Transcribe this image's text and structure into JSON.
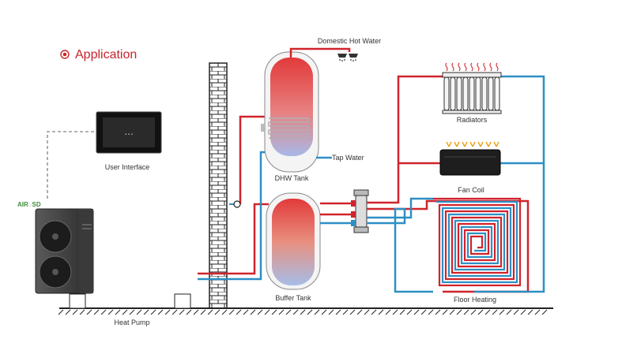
{
  "title": "Application",
  "logo_text": "AIR◌SD",
  "labels": {
    "domestic_hot_water": "Domestic Hot Water",
    "user_interface": "User Interface",
    "dhw_tank": "DHW Tank",
    "tap_water": "Tap Water",
    "radiators": "Radiators",
    "fan_coil": "Fan Coil",
    "buffer_tank": "Buffer Tank",
    "floor_heating": "Floor Heating",
    "heat_pump": "Heat Pump"
  },
  "colors": {
    "hot_pipe": "#d0232b",
    "cold_pipe": "#2d8fc4",
    "accent": "#c8242c",
    "heat_glow": "#e8a21a"
  }
}
